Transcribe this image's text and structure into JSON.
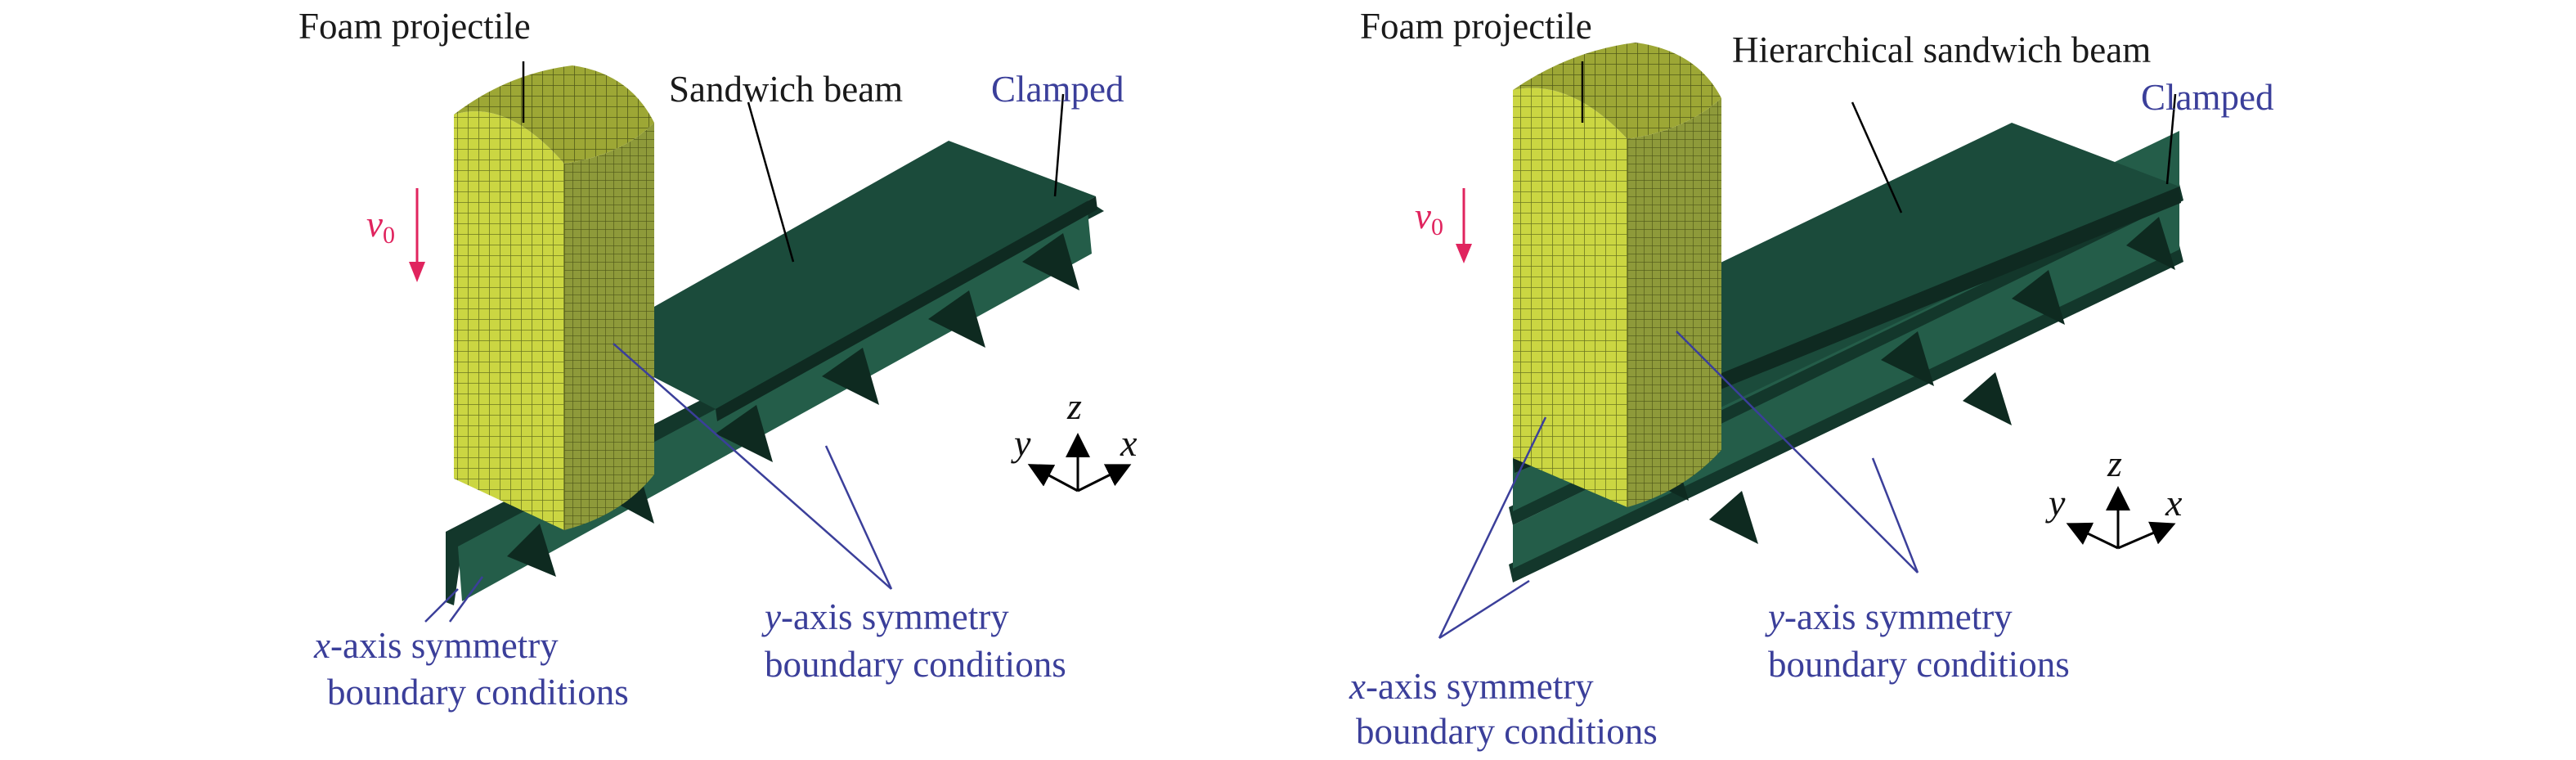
{
  "left": {
    "projectile_label": "Foam projectile",
    "beam_label": "Sandwich beam",
    "clamped_label": "Clamped",
    "velocity_symbol": "v",
    "velocity_subscript": "0",
    "x_sym_axis": "x",
    "x_sym_line1_rest": "-axis symmetry",
    "x_sym_line2": "boundary conditions",
    "y_sym_axis": "y",
    "y_sym_line1_rest": "-axis symmetry",
    "y_sym_line2": "boundary conditions",
    "triad": {
      "z": "z",
      "y": "y",
      "x": "x"
    }
  },
  "right": {
    "projectile_label": "Foam projectile",
    "beam_label": "Hierarchical sandwich beam",
    "clamped_label": "Clamped",
    "velocity_symbol": "v",
    "velocity_subscript": "0",
    "x_sym_axis": "x",
    "x_sym_line1_rest": "-axis symmetry",
    "x_sym_line2": "boundary conditions",
    "y_sym_axis": "y",
    "y_sym_line1_rest": "-axis symmetry",
    "y_sym_line2": "boundary conditions",
    "triad": {
      "z": "z",
      "y": "y",
      "x": "x"
    }
  },
  "colors": {
    "beam": "#1a4a3a",
    "core": "#2b6b55",
    "projectile": "#c9d63f",
    "label_blue": "#3b3f9a",
    "velocity_red": "#e0245e"
  }
}
